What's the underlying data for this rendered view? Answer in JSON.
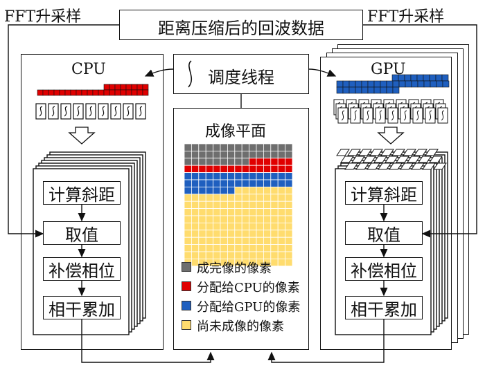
{
  "top": {
    "left_label": "FFT升采样",
    "center_label": "距离压缩后的回波数据",
    "right_label": "FFT升采样"
  },
  "cpu_panel": {
    "title": "CPU",
    "steps": [
      "计算斜距",
      "取值",
      "补偿相位",
      "相干累加"
    ]
  },
  "gpu_panel": {
    "title": "GPU",
    "steps": [
      "计算斜距",
      "取值",
      "补偿相位",
      "相干累加"
    ]
  },
  "scheduler": {
    "label": "调度线程"
  },
  "imaging_plane": {
    "title": "成像平面",
    "legend": [
      {
        "label": "成完像的像素",
        "color": "#6e6e6e"
      },
      {
        "label": "分配给CPU的像素",
        "color": "#e00000"
      },
      {
        "label": "分配给GPU的像素",
        "color": "#1f5fbf"
      },
      {
        "label": "尚未成像的像素",
        "color": "#ffdc6e"
      }
    ]
  },
  "colors": {
    "cpu_red": "#e00000",
    "gpu_blue": "#1f5fbf",
    "done_gray": "#6e6e6e",
    "pending_yellow": "#ffdc6e"
  }
}
